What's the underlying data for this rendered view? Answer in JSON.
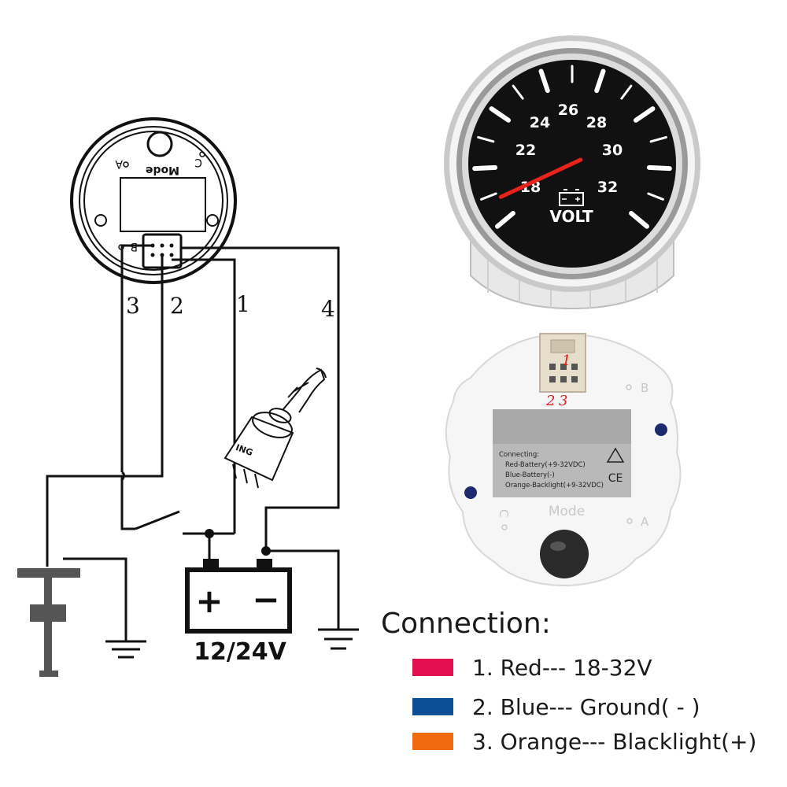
{
  "wiring": {
    "wire_numbers": [
      "3",
      "2",
      "1",
      "4"
    ],
    "back_labels": {
      "a": "A",
      "b": "B",
      "c": "C",
      "mode": "Mode"
    },
    "switch_label": "ING",
    "battery_plus": "+",
    "battery_minus": "−",
    "battery_voltage": "12/24V"
  },
  "gauge": {
    "ticks": [
      "18",
      "22",
      "24",
      "26",
      "28",
      "30",
      "32"
    ],
    "unit": "VOLT",
    "needle_value": 18,
    "colors": {
      "face": "#111111",
      "needle": "#e8231a",
      "bezel": "#c9c9c9"
    }
  },
  "back_view": {
    "pin_markers": [
      "1",
      "2",
      "3"
    ],
    "label_lines": [
      "Connecting:",
      "Red-Battery(+9-32VDC)",
      "Blue-Battery(-)",
      "Orange-Backlight(+9-32VDC)"
    ],
    "corner_labels": {
      "b": "B",
      "c": "C",
      "a": "A",
      "mode": "Mode"
    },
    "ce_mark": "CE"
  },
  "legend": {
    "title": "Connection:",
    "items": [
      {
        "text": "1. Red--- 18-32V",
        "color": "#e3104f"
      },
      {
        "text": "2. Blue--- Ground( - )",
        "color": "#0c4f96"
      },
      {
        "text": "3. Orange--- Blacklight(+)",
        "color": "#f06a0f"
      }
    ]
  }
}
